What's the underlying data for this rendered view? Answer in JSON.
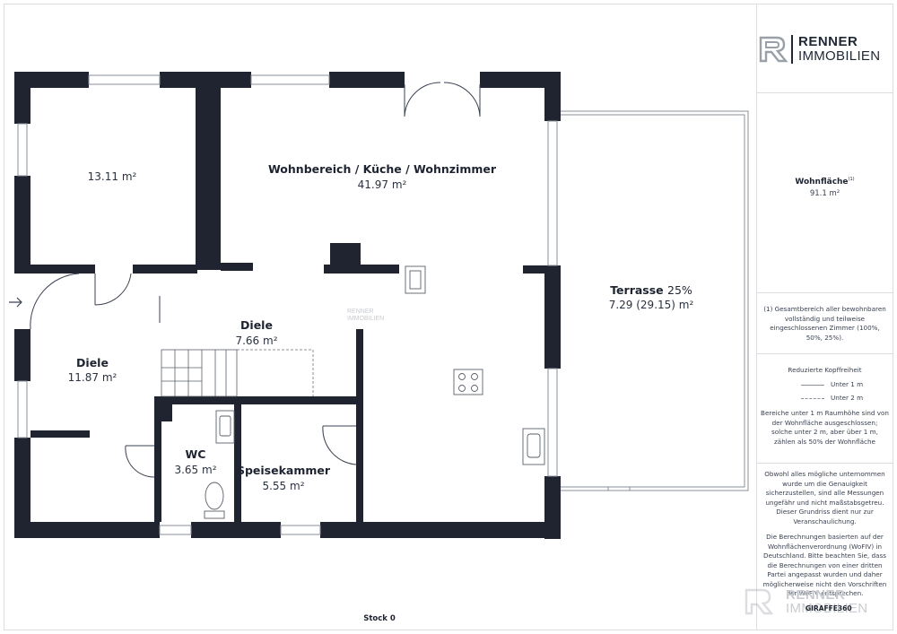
{
  "brand": {
    "name_top": "RENNER",
    "name_bottom": "IMMOBILIEN"
  },
  "summary": {
    "label": "Wohnfläche",
    "footnote_mark": "(1)",
    "value": "91.1 m²"
  },
  "footnote": "(1) Gesamtbereich aller bewohnbaren vollständig und teilweise eingeschlossenen Zimmer (100%, 50%, 25%).",
  "headroom": {
    "title": "Reduzierte Kopffreiheit",
    "under_1m": "Unter 1 m",
    "under_2m": "Unter 2 m",
    "note": "Bereiche unter 1 m Raumhöhe sind von der Wohnfläche ausgeschlossen; solche unter 2 m, aber über 1 m, zählen als 50% der Wohnfläche"
  },
  "disclaimer_1": "Obwohl alles mögliche unternommen wurde um die Genauigkeit sicherzustellen, sind alle Messungen ungefähr und nicht maßstabsgetreu. Dieser Grundriss dient nur zur Veranschaulichung.",
  "disclaimer_2": "Die Berechnungen basierten auf der Wohnflächenverordnung (WoFIV) in Deutschland. Bitte beachten Sie, dass die Berechnungen von einer dritten Partei angepasst wurden und daher möglicherweise nicht den Vorschriften der WoFIV entsprechen.",
  "credit": "GIRAFFE360",
  "floor_label": "Stock 0",
  "rooms": [
    {
      "name": "",
      "area": "13.11 m²"
    },
    {
      "name": "Wohnbereich / Küche / Wohnzimmer",
      "area": "41.97 m²"
    },
    {
      "name": "Terrasse",
      "suffix": "25%",
      "area": "7.29 (29.15) m²"
    },
    {
      "name": "Diele",
      "area": "7.66 m²"
    },
    {
      "name": "Diele",
      "area": "11.87 m²"
    },
    {
      "name": "WC",
      "area": "3.65 m²"
    },
    {
      "name": "Speisekammer",
      "area": "5.55 m²"
    }
  ],
  "colors": {
    "wall": "#1f2430",
    "accent": "#1f2735",
    "line": "#dcdde0"
  }
}
